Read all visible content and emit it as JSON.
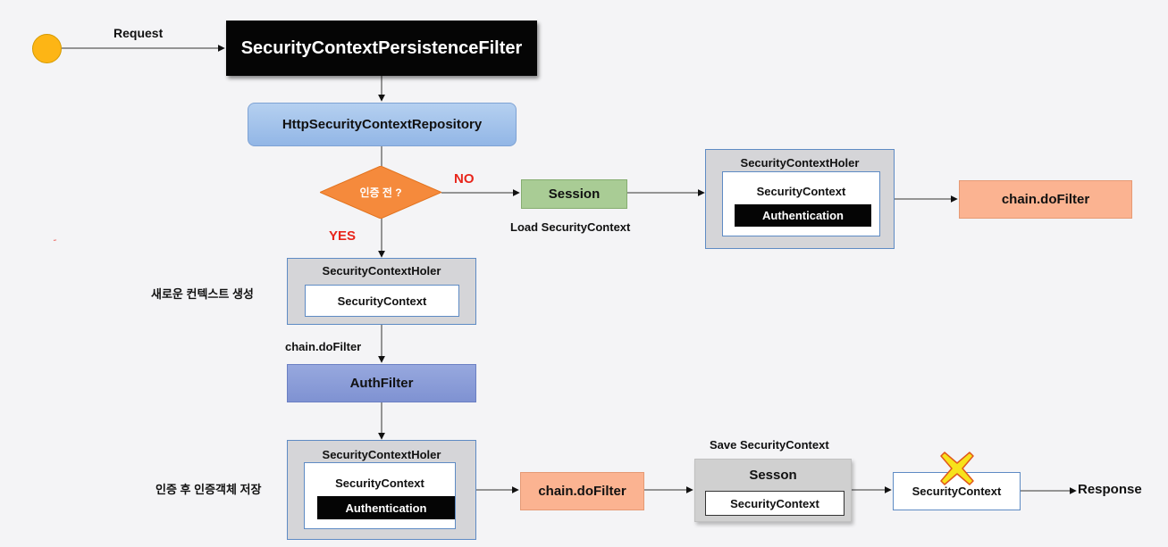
{
  "start": {
    "label": "Request"
  },
  "persistence_filter": {
    "label": "SecurityContextPersistenceFilter"
  },
  "repository": {
    "label": "HttpSecurityContextRepository"
  },
  "decision": {
    "label": "인증 전 ?",
    "no_label": "NO",
    "yes_label": "YES"
  },
  "no_branch": {
    "session_label": "Session",
    "session_note": "Load SecurityContext",
    "holder": {
      "title": "SecurityContextHoler",
      "context": "SecurityContext",
      "authentication": "Authentication"
    },
    "next": "chain.doFilter"
  },
  "yes_branch": {
    "new_context_note": "새로운 컨텍스트 생성",
    "holder": {
      "title": "SecurityContextHoler",
      "context": "SecurityContext"
    },
    "chain_note": "chain.doFilter",
    "auth_filter": "AuthFilter",
    "after_auth_note": "인증 후 인증객체 저장",
    "holder_after": {
      "title": "SecurityContextHoler",
      "context": "SecurityContext",
      "authentication": "Authentication"
    },
    "chain_next": "chain.doFilter",
    "save_note": "Save SecurityContext",
    "sesson": {
      "title": "Sesson",
      "context": "SecurityContext"
    },
    "cleared_context": "SecurityContext",
    "response": "Response"
  },
  "colors": {
    "start": "#fdb515",
    "decision": "#f58a3c",
    "no_yes": "#e8251b",
    "session": "#a9cc95",
    "repo": "#9dbde9",
    "authfilter": "#8a9cd8",
    "orange": "#fbb391",
    "cross": "#f7e21b"
  }
}
